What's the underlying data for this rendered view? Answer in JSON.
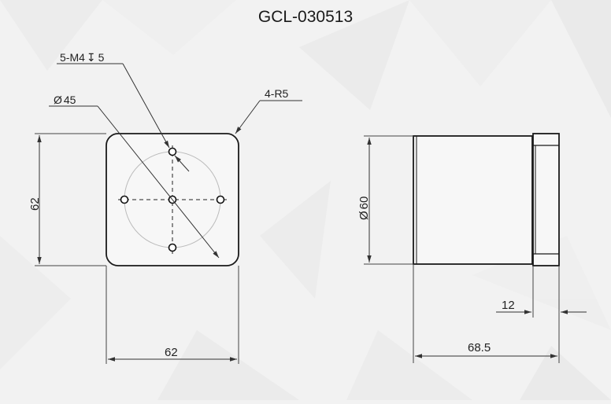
{
  "drawing": {
    "title": "GCL-030513",
    "front_view": {
      "hole_callout": "5-M4",
      "hole_depth_symbol": "↧",
      "hole_depth": "5",
      "pcd_callout": "45",
      "corner_callout": "4-R5",
      "height_dim": "62",
      "width_dim": "62"
    },
    "side_view": {
      "diameter_dim": "60",
      "flange_dim": "12",
      "length_dim": "68.5"
    },
    "diameter_symbol": "Ø"
  }
}
